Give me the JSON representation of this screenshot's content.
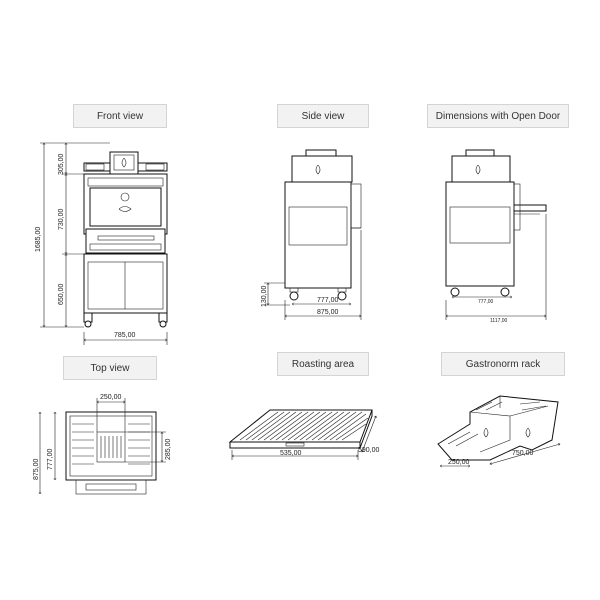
{
  "labels": {
    "front": "Front view",
    "side": "Side view",
    "open_door": "Dimensions with Open Door",
    "top": "Top view",
    "roasting": "Roasting area",
    "gastronorm": "Gastronorm rack"
  },
  "front_dims": {
    "total_height": "1685,00",
    "top_section": "305,00",
    "oven_section": "730,00",
    "base_section": "650,00",
    "width": "785,00"
  },
  "side_dims": {
    "wheel_height": "130,00",
    "inner_depth": "777,00",
    "outer_depth": "875,00"
  },
  "open_door_dims": {
    "depth": "777,00",
    "depth_open": "1117,00"
  },
  "top_dims": {
    "grill_width": "250,00",
    "depth": "777,00",
    "outer_depth": "875,00",
    "grill_depth": "285,00"
  },
  "roasting_dims": {
    "width": "535,00",
    "depth": "590,00"
  },
  "rack_dims": {
    "width": "250,00",
    "length": "750,00"
  }
}
